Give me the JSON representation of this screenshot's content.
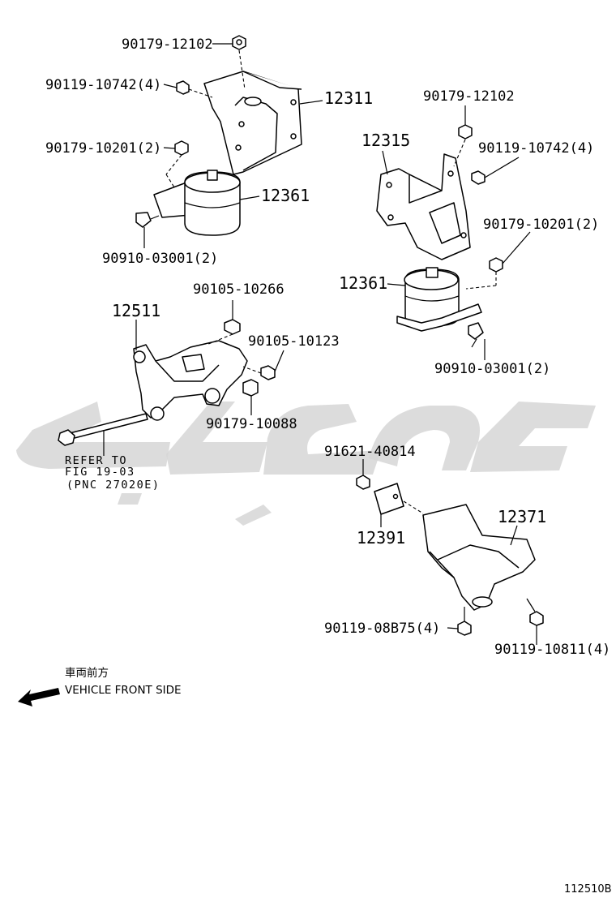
{
  "labels": {
    "p_90179_12102_a": "90179-12102",
    "p_90119_10742_a": "90119-10742(4)",
    "p_12311": "12311",
    "p_90179_10201_a": "90179-10201(2)",
    "p_12361_a": "12361",
    "p_90910_03001_a": "90910-03001(2)",
    "p_90179_12102_b": "90179-12102",
    "p_12315": "12315",
    "p_90119_10742_b": "90119-10742(4)",
    "p_90179_10201_b": "90179-10201(2)",
    "p_12361_b": "12361",
    "p_90910_03001_b": "90910-03001(2)",
    "p_90105_10266": "90105-10266",
    "p_12511": "12511",
    "p_90105_10123": "90105-10123",
    "p_90179_10088": "90179-10088",
    "refer_line1": "REFER TO",
    "refer_line2": "FIG 19-03",
    "refer_line3": "(PNC 27020E)",
    "p_91621_40814": "91621-40814",
    "p_12391": "12391",
    "p_12371": "12371",
    "p_90119_08b75": "90119-08B75(4)",
    "p_90119_10811": "90119-10811(4)",
    "front_jp": "車両前方",
    "front_en": "VEHICLE FRONT SIDE",
    "diagram_code": "112510B"
  }
}
